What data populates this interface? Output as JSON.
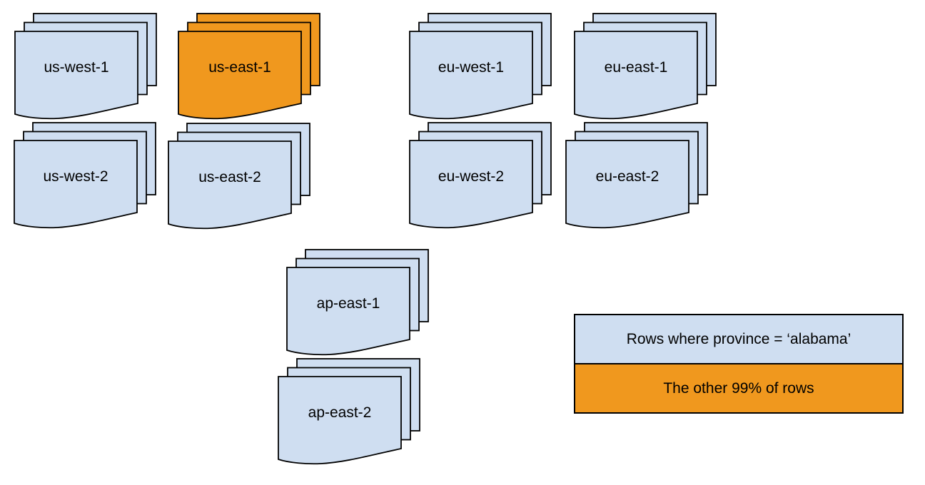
{
  "colors": {
    "page_blue": "#cfdef1",
    "page_orange": "#f0981e",
    "stroke": "#000000",
    "background": "#ffffff"
  },
  "stacks": [
    {
      "label": "us-west-1",
      "variant": "blue"
    },
    {
      "label": "us-east-1",
      "variant": "orange"
    },
    {
      "label": "eu-west-1",
      "variant": "blue"
    },
    {
      "label": "eu-east-1",
      "variant": "blue"
    },
    {
      "label": "us-west-2",
      "variant": "blue"
    },
    {
      "label": "us-east-2",
      "variant": "blue"
    },
    {
      "label": "eu-west-2",
      "variant": "blue"
    },
    {
      "label": "eu-east-2",
      "variant": "blue"
    },
    {
      "label": "ap-east-1",
      "variant": "blue"
    },
    {
      "label": "ap-east-2",
      "variant": "blue"
    }
  ],
  "legend": {
    "items": [
      {
        "label": "Rows where province = ‘alabama’",
        "variant": "blue"
      },
      {
        "label": "The other 99% of rows",
        "variant": "orange"
      }
    ]
  }
}
